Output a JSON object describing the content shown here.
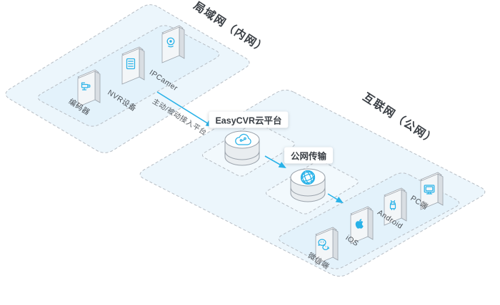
{
  "colors": {
    "accent": "#29b2e8",
    "zone-fill": "#ddeefa",
    "dash": "#b7bdc4",
    "ink": "#3a3f45"
  },
  "diagram": {
    "lan": {
      "label": "局域网（内网）",
      "devices": [
        {
          "label": "编码器",
          "icon": "cctv-camera-icon"
        },
        {
          "label": "NVR设备",
          "icon": "server-icon"
        },
        {
          "label": "IPCamer",
          "icon": "webcam-icon"
        }
      ]
    },
    "internet": {
      "label": "互联网（公网）",
      "clients": [
        {
          "label": "微信端",
          "icon": "wechat-icon"
        },
        {
          "label": "iOS",
          "icon": "apple-icon"
        },
        {
          "label": "Android",
          "icon": "android-icon"
        },
        {
          "label": "PC端",
          "icon": "monitor-icon"
        }
      ]
    },
    "nodes": {
      "easycvr": {
        "label": "EasyCVR云平台",
        "icon": "cloud-circuit-icon"
      },
      "transmission": {
        "label": "公网传输",
        "icon": "globe-icon"
      }
    },
    "flows": {
      "access_label": "主动/被动接入平台"
    }
  }
}
